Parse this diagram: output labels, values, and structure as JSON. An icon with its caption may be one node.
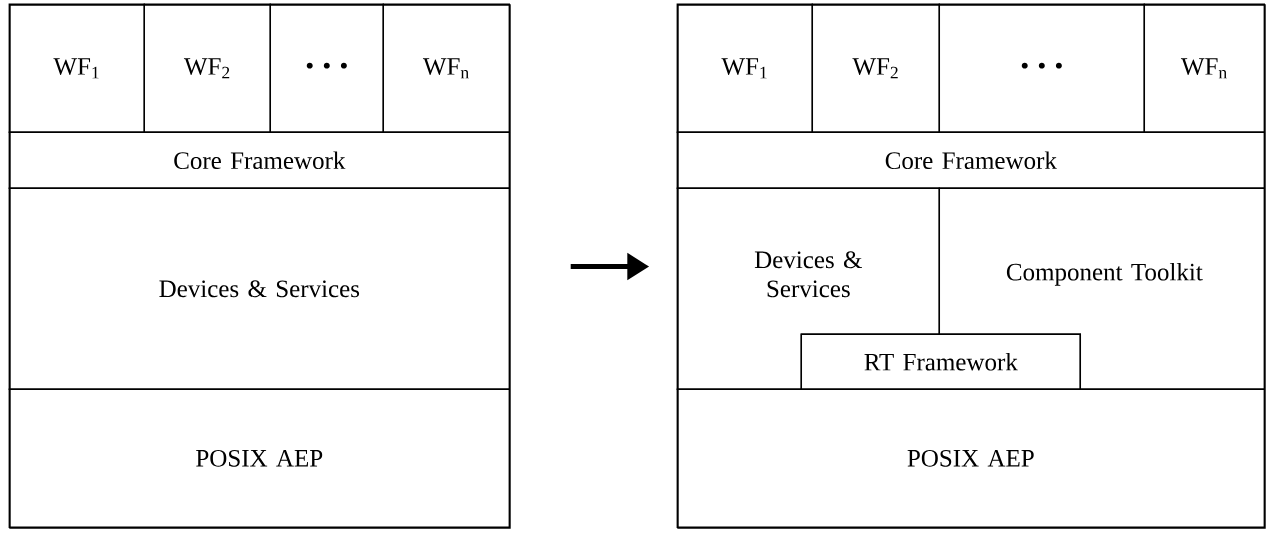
{
  "diagram": {
    "nodes": [
      {
        "text": [],
        "shape": "box"
      },
      {
        "text": [
          "WF$_{1}$"
        ],
        "in": 0
      },
      {
        "text": [
          "WF$_{2}$"
        ],
        "in": 0
      },
      {
        "text": [
          "• • •"
        ],
        "in": 0
      },
      {
        "text": [
          "WF$_{n}$"
        ],
        "in": 0
      },
      {
        "text": [
          "Core Framework"
        ],
        "in": 0
      },
      {
        "text": [
          "Devices & Services"
        ],
        "in": 0
      },
      {
        "text": [
          "POSIX AEP"
        ],
        "in": 0
      },
      {
        "text": [],
        "shape": "box"
      },
      {
        "text": [
          "WF$_{1}$"
        ],
        "in": 8
      },
      {
        "text": [
          "WF$_{2}$"
        ],
        "in": 8
      },
      {
        "text": [
          "• • •"
        ],
        "in": 8
      },
      {
        "text": [
          "WF$_{n}$"
        ],
        "in": 8
      },
      {
        "text": [
          "Core Framework"
        ],
        "in": 8
      },
      {
        "text": [
          "Devices & Services"
        ],
        "in": 8
      },
      {
        "text": [
          "Component Toolkit"
        ],
        "in": 8
      },
      {
        "text": [
          "RT Framework"
        ],
        "in": 8
      },
      {
        "text": [
          "POSIX AEP"
        ],
        "in": 8
      }
    ],
    "edges": [
      {
        "from": 0,
        "to": 8,
        "arrow": "to"
      }
    ]
  }
}
